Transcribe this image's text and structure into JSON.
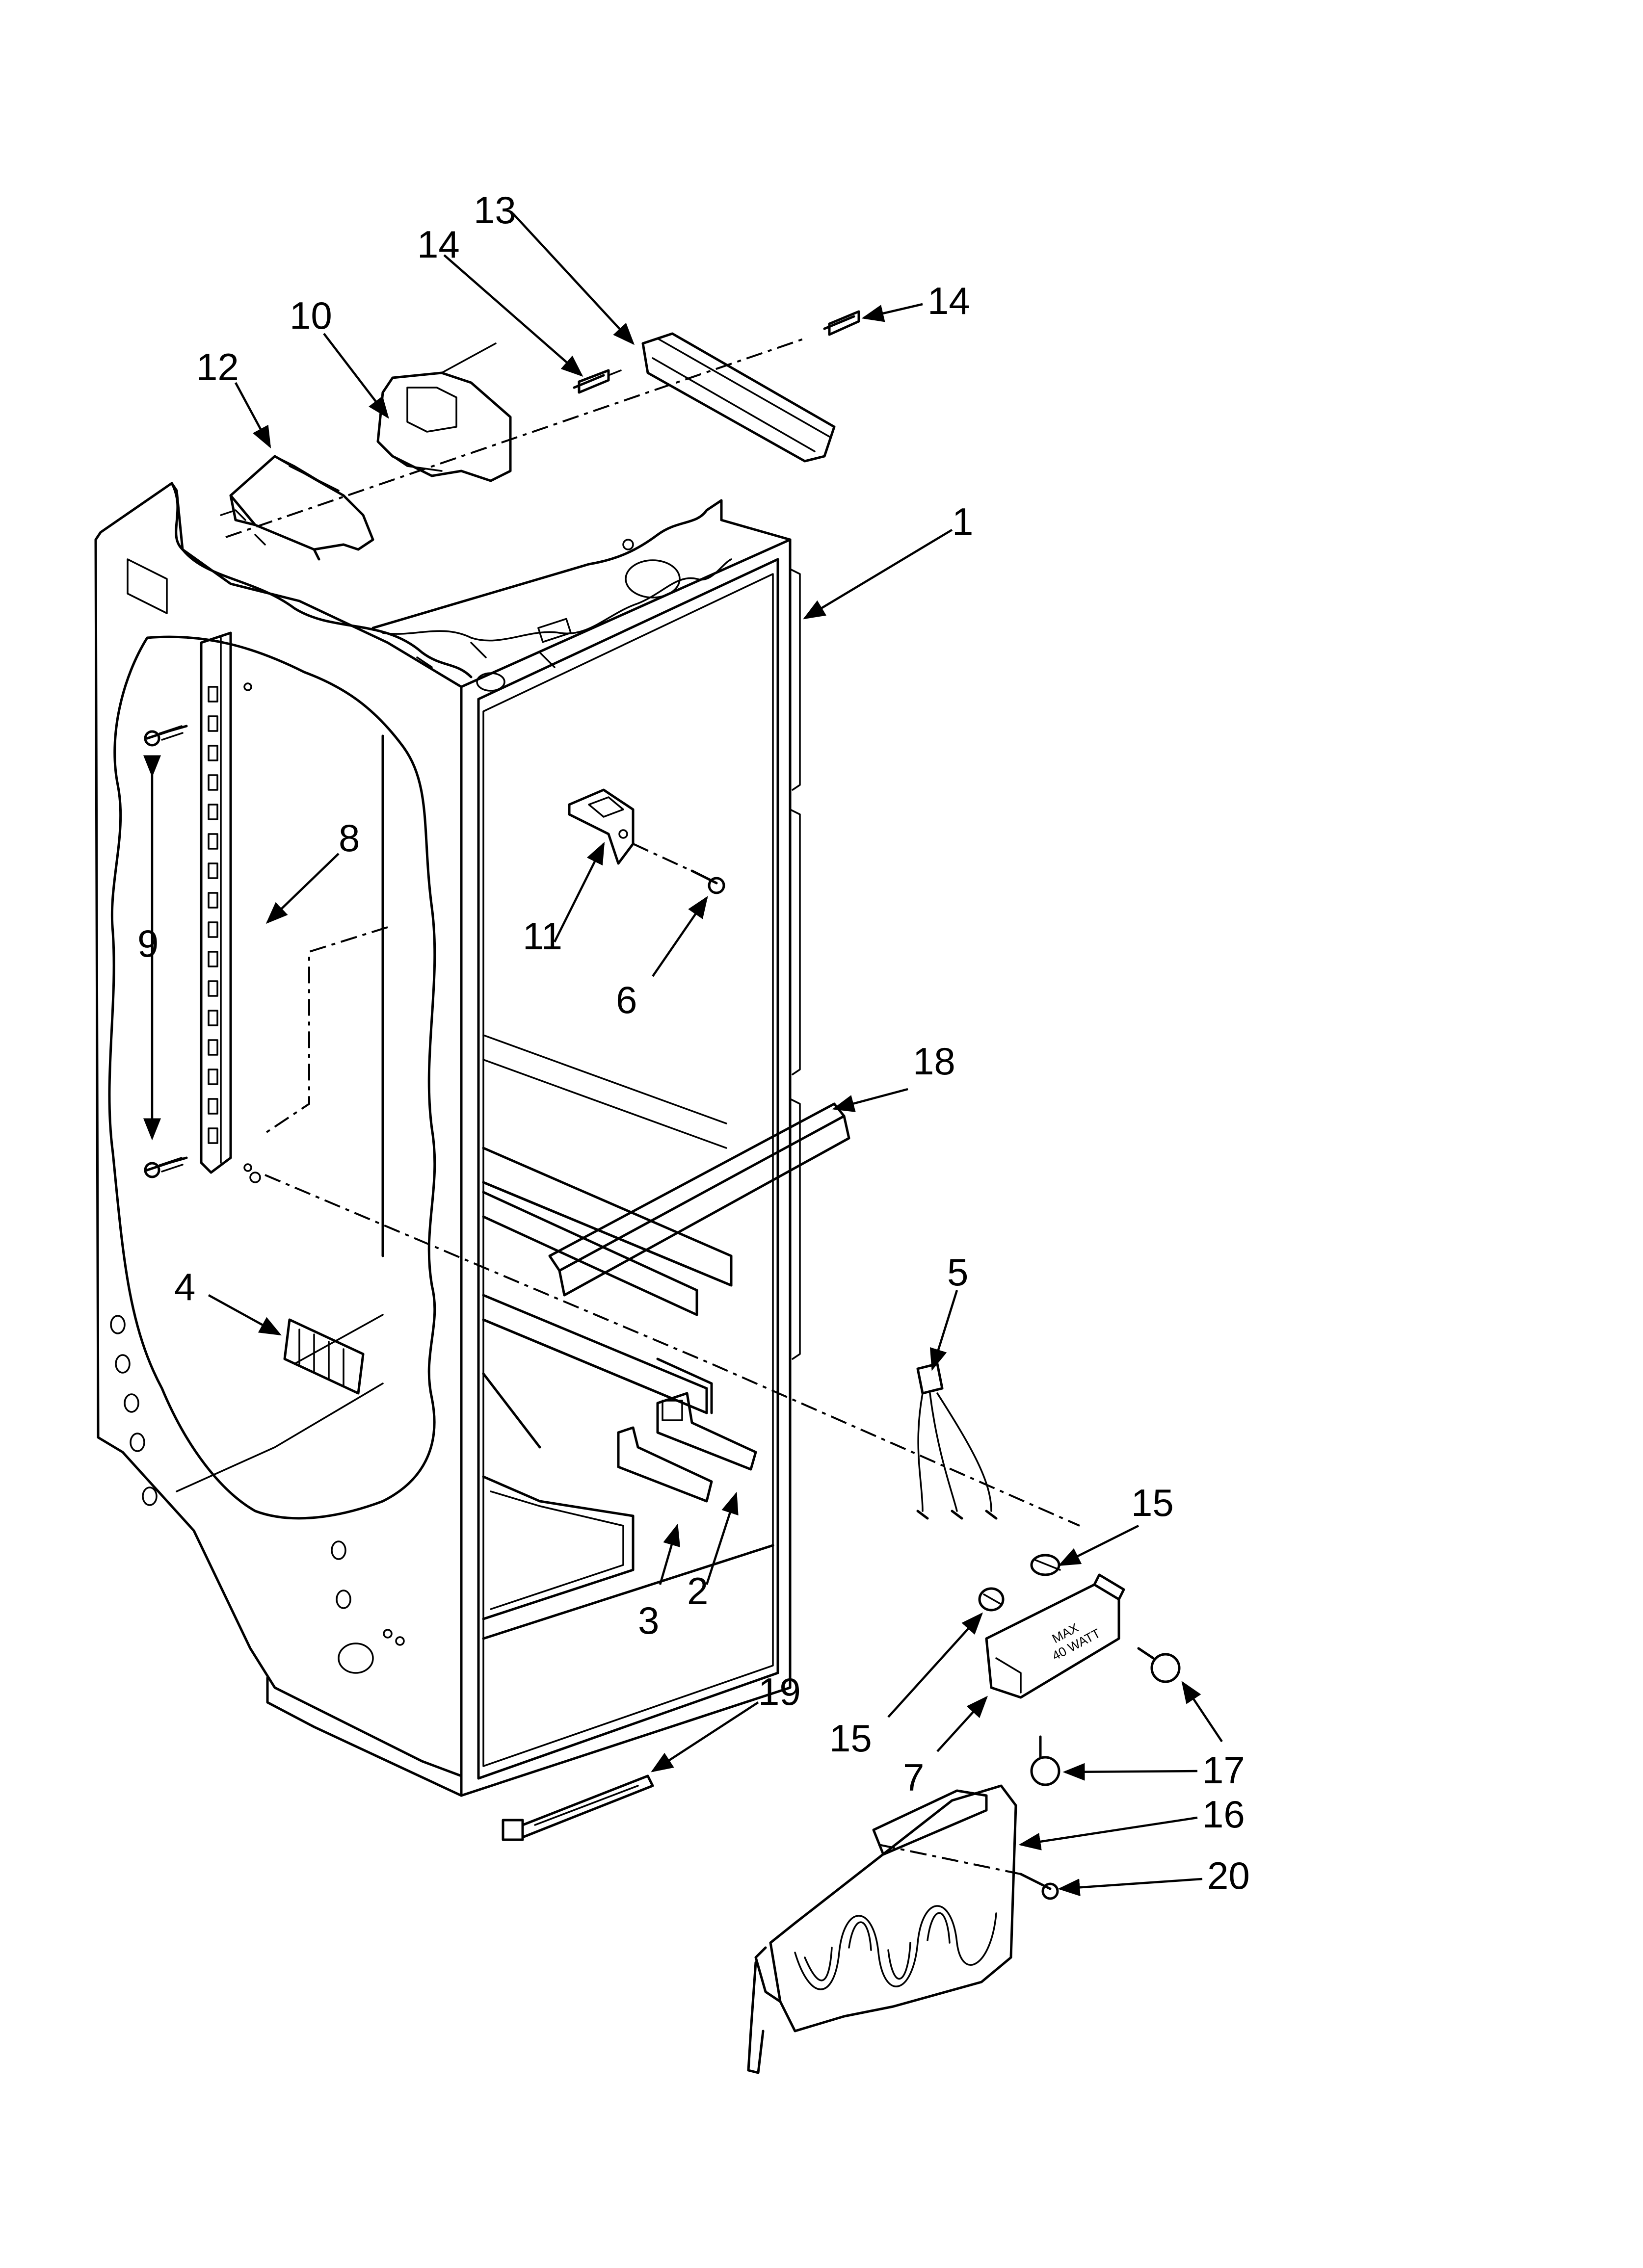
{
  "diagram": {
    "callouts": [
      {
        "id": "c1",
        "text": "1"
      },
      {
        "id": "c2",
        "text": "2"
      },
      {
        "id": "c3",
        "text": "3"
      },
      {
        "id": "c4",
        "text": "4"
      },
      {
        "id": "c5",
        "text": "5"
      },
      {
        "id": "c6",
        "text": "6"
      },
      {
        "id": "c7",
        "text": "7"
      },
      {
        "id": "c8",
        "text": "8"
      },
      {
        "id": "c9",
        "text": "9"
      },
      {
        "id": "c10",
        "text": "10"
      },
      {
        "id": "c11",
        "text": "11"
      },
      {
        "id": "c12",
        "text": "12"
      },
      {
        "id": "c13",
        "text": "13"
      },
      {
        "id": "c14a",
        "text": "14"
      },
      {
        "id": "c14b",
        "text": "14"
      },
      {
        "id": "c15a",
        "text": "15"
      },
      {
        "id": "c15b",
        "text": "15"
      },
      {
        "id": "c16",
        "text": "16"
      },
      {
        "id": "c17",
        "text": "17"
      },
      {
        "id": "c18",
        "text": "18"
      },
      {
        "id": "c19",
        "text": "19"
      },
      {
        "id": "c20",
        "text": "20"
      }
    ],
    "lamp_rating": {
      "line1": "MAX",
      "line2": "40 WATT"
    }
  }
}
